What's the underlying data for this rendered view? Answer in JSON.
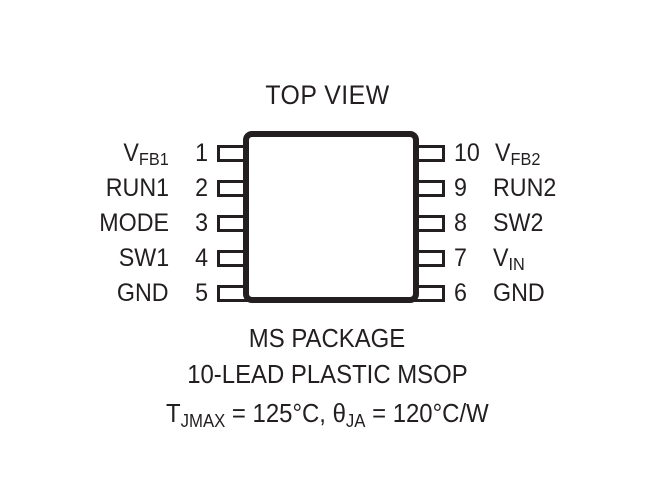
{
  "diagram": {
    "title": "TOP VIEW",
    "package_body": {
      "shape": "rounded-rectangle",
      "outline_color": "#231f20"
    },
    "pins": {
      "left": [
        {
          "number": "1",
          "label_main": "V",
          "label_sub": "FB1",
          "name": "VFB1"
        },
        {
          "number": "2",
          "label_main": "RUN1",
          "label_sub": "",
          "name": "RUN1"
        },
        {
          "number": "3",
          "label_main": "MODE",
          "label_sub": "",
          "name": "MODE"
        },
        {
          "number": "4",
          "label_main": "SW1",
          "label_sub": "",
          "name": "SW1"
        },
        {
          "number": "5",
          "label_main": "GND",
          "label_sub": "",
          "name": "GND"
        }
      ],
      "right": [
        {
          "number": "10",
          "label_main": "V",
          "label_sub": "FB2",
          "name": "VFB2"
        },
        {
          "number": "9",
          "label_main": "RUN2",
          "label_sub": "",
          "name": "RUN2"
        },
        {
          "number": "8",
          "label_main": "SW2",
          "label_sub": "",
          "name": "SW2"
        },
        {
          "number": "7",
          "label_main": "V",
          "label_sub": "IN",
          "name": "VIN"
        },
        {
          "number": "6",
          "label_main": "GND",
          "label_sub": "",
          "name": "GND"
        }
      ]
    },
    "caption": {
      "line1": "MS PACKAGE",
      "line2": "10-LEAD PLASTIC MSOP",
      "line3_tjmax_symbol": "T",
      "line3_tjmax_sub": "JMAX",
      "line3_tjmax_value": " = 125°C, ",
      "line3_theta_symbol": "θ",
      "line3_theta_sub": "JA",
      "line3_theta_value": " = 120°C/W",
      "line3_full": "T(JMAX) = 125°C, θ(JA) = 120°C/W"
    }
  },
  "colors": {
    "ink": "#231f20",
    "background": "#ffffff"
  }
}
